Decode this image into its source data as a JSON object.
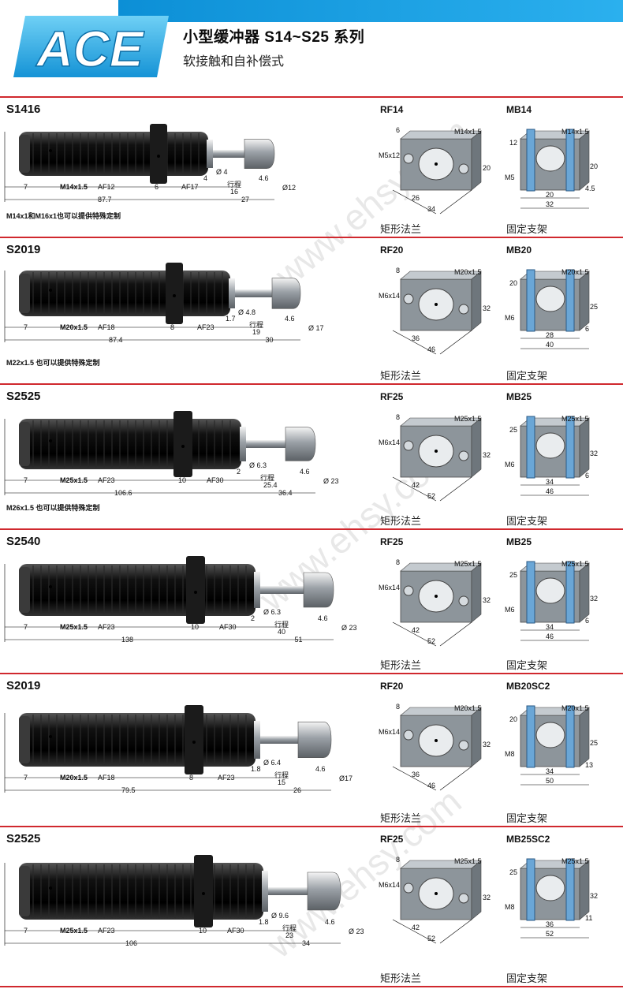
{
  "header": {
    "logo_text": "ACE",
    "title": "小型缓冲器 S14~S25 系列",
    "subtitle": "软接触和自补偿式"
  },
  "accessory_labels": {
    "rf": "矩形法兰",
    "mb": "固定支架"
  },
  "sections": [
    {
      "model": "S1416",
      "rf": "RF14",
      "mb": "MB14",
      "note": "M14x1和M16x1也可以提供特殊定制",
      "thread": "M14x1.5",
      "af1": "AF12",
      "af2": "AF17",
      "d_len": "7",
      "total": "87.7",
      "nut": "6",
      "gap": "4",
      "rod": "Ø 4",
      "stroke_label": "行程",
      "stroke": "16",
      "ext": "27",
      "cap": "4.6",
      "dia": "Ø12",
      "rf_thread": "M14x1.5",
      "rf_bolt": "M5x12",
      "rf_t": "6",
      "rf_h": "20",
      "rf_w1": "26",
      "rf_w2": "34",
      "mb_thread": "M14x1.5",
      "mb_t": "12",
      "mb_h": "20",
      "mb_bolt": "M5",
      "mb_w1": "20",
      "mb_w2": "32",
      "mb_e": "4.5"
    },
    {
      "model": "S2019",
      "rf": "RF20",
      "mb": "MB20",
      "note": "M22x1.5 也可以提供特殊定制",
      "thread": "M20x1.5",
      "af1": "AF18",
      "af2": "AF23",
      "d_len": "7",
      "total": "87.4",
      "nut": "8",
      "gap": "1.7",
      "rod": "Ø 4.8",
      "stroke_label": "行程",
      "stroke": "19",
      "ext": "30",
      "cap": "4.6",
      "dia": "Ø 17",
      "rf_thread": "M20x1.5",
      "rf_bolt": "M6x14",
      "rf_t": "8",
      "rf_h": "32",
      "rf_w1": "36",
      "rf_w2": "46",
      "mb_thread": "M20x1.5",
      "mb_t": "20",
      "mb_h": "25",
      "mb_bolt": "M6",
      "mb_w1": "28",
      "mb_w2": "40",
      "mb_e": "6"
    },
    {
      "model": "S2525",
      "rf": "RF25",
      "mb": "MB25",
      "note": "M26x1.5 也可以提供特殊定制",
      "thread": "M25x1.5",
      "af1": "AF23",
      "af2": "AF30",
      "d_len": "7",
      "total": "106.6",
      "nut": "10",
      "gap": "2",
      "rod": "Ø 6.3",
      "stroke_label": "行程",
      "stroke": "25.4",
      "ext": "36.4",
      "cap": "4.6",
      "dia": "Ø 23",
      "rf_thread": "M25x1.5",
      "rf_bolt": "M6x14",
      "rf_t": "8",
      "rf_h": "32",
      "rf_w1": "42",
      "rf_w2": "52",
      "mb_thread": "M25x1.5",
      "mb_t": "25",
      "mb_h": "32",
      "mb_bolt": "M6",
      "mb_w1": "34",
      "mb_w2": "46",
      "mb_e": "6"
    },
    {
      "model": "S2540",
      "rf": "RF25",
      "mb": "MB25",
      "note": "",
      "thread": "M25x1.5",
      "af1": "AF23",
      "af2": "AF30",
      "d_len": "7",
      "total": "138",
      "nut": "10",
      "gap": "2",
      "rod": "Ø 6.3",
      "stroke_label": "行程",
      "stroke": "40",
      "ext": "51",
      "cap": "4.6",
      "dia": "Ø 23",
      "rf_thread": "M25x1.5",
      "rf_bolt": "M6x14",
      "rf_t": "8",
      "rf_h": "32",
      "rf_w1": "42",
      "rf_w2": "52",
      "mb_thread": "M25x1.5",
      "mb_t": "25",
      "mb_h": "32",
      "mb_bolt": "M6",
      "mb_w1": "34",
      "mb_w2": "46",
      "mb_e": "6"
    },
    {
      "model": "S2019",
      "rf": "RF20",
      "mb": "MB20SC2",
      "note": "",
      "thread": "M20x1.5",
      "af1": "AF18",
      "af2": "AF23",
      "d_len": "7",
      "total": "79.5",
      "nut": "8",
      "gap": "1.8",
      "rod": "Ø 6.4",
      "stroke_label": "行程",
      "stroke": "15",
      "ext": "26",
      "cap": "4.6",
      "dia": "Ø17",
      "rf_thread": "M20x1.5",
      "rf_bolt": "M6x14",
      "rf_t": "8",
      "rf_h": "32",
      "rf_w1": "36",
      "rf_w2": "46",
      "mb_thread": "M20x1.5",
      "mb_t": "20",
      "mb_h": "25",
      "mb_bolt": "M8",
      "mb_w1": "34",
      "mb_w2": "50",
      "mb_e": "13"
    },
    {
      "model": "S2525",
      "rf": "RF25",
      "mb": "MB25SC2",
      "note": "",
      "thread": "M25x1.5",
      "af1": "AF23",
      "af2": "AF30",
      "d_len": "7",
      "total": "106",
      "nut": "10",
      "gap": "1.8",
      "rod": "Ø 9.6",
      "stroke_label": "行程",
      "stroke": "23",
      "ext": "34",
      "cap": "4.6",
      "dia": "Ø 23",
      "rf_thread": "M25x1.5",
      "rf_bolt": "M6x14",
      "rf_t": "8",
      "rf_h": "32",
      "rf_w1": "42",
      "rf_w2": "52",
      "mb_thread": "M25x1.5",
      "mb_t": "25",
      "mb_h": "32",
      "mb_bolt": "M8",
      "mb_w1": "36",
      "mb_w2": "52",
      "mb_e": "11"
    }
  ],
  "watermark": "www.ehsy.com"
}
